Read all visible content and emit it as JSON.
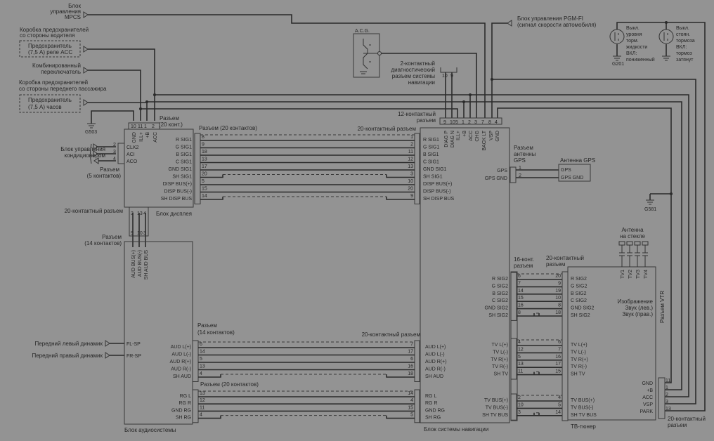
{
  "labels": {
    "mpcs": [
      "Блок",
      "управления",
      "MPCS"
    ],
    "fusebox_driver": [
      "Коробка предохранителей",
      "со стороны водителя"
    ],
    "fuse_acc": [
      "Предохранитель",
      "(7,5 А) реле ACC"
    ],
    "combo_switch": [
      "Комбинированный",
      "переключатель"
    ],
    "fusebox_pass": [
      "Коробка предохранителей",
      "со стороны переднего пассажира"
    ],
    "fuse_clock": [
      "Предохранитель",
      "(7,5 А) часов"
    ],
    "display_top_conn": [
      "Разъем",
      "(20 конт.)"
    ],
    "g503": "G503",
    "ac_unit": [
      "Блок управления",
      "кондиционером"
    ],
    "conn5": [
      "Разъем",
      "(5 контактов)"
    ],
    "display_to_nav_left": "Разъем (20 контактов)",
    "display_to_nav_right": "20-контактный разъем",
    "display_block": "Блок дисплея",
    "display_bottom_conn": "20-контактный разъем",
    "audio_top_conn": [
      "Разъем",
      "(14 контактов)"
    ],
    "acg": "A.C.G.",
    "diag_conn": [
      "2-контактный",
      "диагностический",
      "разъем системы",
      "навигации"
    ],
    "nav_top_conn": [
      "12-контактный",
      "разъем"
    ],
    "pgmfi": [
      "Блок управления PGM-FI",
      "(сигнал скорости автомобиля)"
    ],
    "brake_fluid_switch": [
      "Выкл.",
      "уровня",
      "торм.",
      "жидкости",
      "ВКЛ:",
      "пониженный"
    ],
    "g201": "G201",
    "parking_brake_switch": [
      "Выкл.",
      "стоян.",
      "тормоза",
      "ВКЛ:",
      "тормоз",
      "затянут"
    ],
    "gps_conn": [
      "Разъем",
      "антенны",
      "GPS"
    ],
    "gps_antenna": "Антенна GPS",
    "gps_antenna_pins": [
      "GPS",
      "GPS GND"
    ],
    "g581": "G581",
    "glass_antenna": [
      "Антенна",
      "на стекле"
    ],
    "nav_16_conn": [
      "16-конт.",
      "разъем"
    ],
    "tuner_20_conn": [
      "20-контактный",
      "разъем"
    ],
    "tuner_outputs": [
      "Изображение",
      "Звук (лев.)",
      "Звук (прав.)"
    ],
    "vtr_conn": "Разъем VTR",
    "front_left_speaker": "Передний левый динамик",
    "front_right_speaker": "Передний правый динамик",
    "audio_to_nav_left": [
      "Разъем",
      "(14 контактов)"
    ],
    "audio_to_nav_right": "20-контактный разъем",
    "audio_rg_conn": "Разъем (20 контактов)",
    "audio_block": "Блок аудиосистемы",
    "nav_block": "Блок системы навигации",
    "tuner_block": "ТВ-тюнер",
    "tuner_right_conn": [
      "20-контактный",
      "разъем"
    ]
  },
  "display_block": {
    "top_pins": [
      {
        "signal": "GND",
        "pin": "10"
      },
      {
        "signal": "ILL+",
        "pin": "11"
      },
      {
        "signal": "+B",
        "pin": "1"
      },
      {
        "signal": "ACC",
        "pin": "2"
      }
    ],
    "left_pins": [
      {
        "signal": "CLK2",
        "pin": "2"
      },
      {
        "signal": "ACI",
        "pin": "3"
      },
      {
        "signal": "ACO",
        "pin": "4"
      }
    ],
    "bottom_pins": [
      {
        "signal": "AUD BUS(+)",
        "pin_display": "3",
        "pin_audio": "9"
      },
      {
        "signal": "AUD BUS(-)",
        "pin_display": "13",
        "pin_audio": "10"
      },
      {
        "signal": "SH AUD BUS",
        "pin_display": "4",
        "pin_audio": "3"
      }
    ]
  },
  "audio_block": {
    "speaker_pins": [
      "FL-SP",
      "FR-SP"
    ]
  },
  "nav_block": {
    "top_pins": [
      {
        "signal": "DIAG P",
        "pin": "9"
      },
      {
        "signal": "DIAG N",
        "pin": "10"
      },
      {
        "signal": "ILL+",
        "pin": "5"
      },
      {
        "signal": "+B",
        "pin": "1"
      },
      {
        "signal": "ACC",
        "pin": "2"
      },
      {
        "signal": "CHG",
        "pin": "3"
      },
      {
        "signal": "BACK LT",
        "pin": "7"
      },
      {
        "signal": "VSP",
        "pin": "8"
      },
      {
        "signal": "GND",
        "pin": "4"
      }
    ],
    "gps_pins": [
      {
        "signal": "GPS",
        "pin": "1"
      },
      {
        "signal": "GPS GND",
        "pin": "2"
      }
    ]
  },
  "tuner_block": {
    "antenna_pins": [
      "TV1",
      "TV2",
      "TV3",
      "TV4"
    ],
    "right_pins": [
      {
        "signal": "GND",
        "pin": "11"
      },
      {
        "signal": "+B",
        "pin": "1"
      },
      {
        "signal": "ACC",
        "pin": "2"
      },
      {
        "signal": "VSP",
        "pin": "3"
      },
      {
        "signal": "PARK",
        "pin": "13"
      }
    ]
  },
  "links": {
    "display_nav": [
      {
        "signal": "R SIG1",
        "a": "8",
        "b": "1"
      },
      {
        "signal": "G SIG1",
        "a": "9",
        "b": "2"
      },
      {
        "signal": "B SIG1",
        "a": "18",
        "b": "11"
      },
      {
        "signal": "C SIG1",
        "a": "13",
        "b": "12"
      },
      {
        "signal": "GND SIG1",
        "a": "17",
        "b": "13"
      },
      {
        "signal": "SH SIG1",
        "a": "20",
        "b": "3",
        "shield": true
      },
      {
        "signal": "DISP BUS(+)",
        "a": "5",
        "b": "10"
      },
      {
        "signal": "DISP BUS(-)",
        "a": "15",
        "b": "20"
      },
      {
        "signal": "SH DISP BUS",
        "a": "14",
        "b": "9",
        "shield": true
      }
    ],
    "audio_nav": [
      {
        "signal": "AUD L(+)",
        "a": "6",
        "b": "7"
      },
      {
        "signal": "AUD L(-)",
        "a": "14",
        "b": "17"
      },
      {
        "signal": "AUD R(+)",
        "a": "5",
        "b": "6"
      },
      {
        "signal": "AUD R(-)",
        "a": "13",
        "b": "16"
      },
      {
        "signal": "SH AUD",
        "a": "4",
        "b": "18",
        "shield": true
      }
    ],
    "audio_nav_rg": [
      {
        "signal": "RG L",
        "a": "13",
        "b": "14"
      },
      {
        "signal": "RG R",
        "a": "12",
        "b": "4"
      },
      {
        "signal": "GND RG",
        "a": "11",
        "b": "15"
      },
      {
        "signal": "SH RG",
        "a": "4",
        "b": "5",
        "shield": true
      }
    ],
    "nav_tuner_sig2": [
      {
        "signal": "R SIG2",
        "a": "6",
        "b": "20"
      },
      {
        "signal": "G SIG2",
        "a": "7",
        "b": "9"
      },
      {
        "signal": "B SIG2",
        "a": "14",
        "b": "19"
      },
      {
        "signal": "C SIG2",
        "a": "15",
        "b": "10"
      },
      {
        "signal": "GND SIG2",
        "a": "16",
        "b": "8"
      },
      {
        "signal": "SH SIG2",
        "a": "8",
        "b": "18",
        "shield": true
      }
    ],
    "nav_tuner_tv": [
      {
        "signal": "TV L(+)",
        "a": "4",
        "b": "6"
      },
      {
        "signal": "TV L(-)",
        "a": "12",
        "b": "7"
      },
      {
        "signal": "TV R(+)",
        "a": "5",
        "b": "16"
      },
      {
        "signal": "TV R(-)",
        "a": "13",
        "b": "17"
      },
      {
        "signal": "SH TV",
        "a": "11",
        "b": "15",
        "shield": true
      }
    ],
    "nav_tuner_bus": [
      {
        "signal": "TV BUS(+)",
        "a": "2",
        "b": "4"
      },
      {
        "signal": "TV BUS(-)",
        "a": "10",
        "b": "5"
      },
      {
        "signal": "SH TV BUS",
        "a": "3",
        "b": "14",
        "shield": true
      }
    ]
  }
}
